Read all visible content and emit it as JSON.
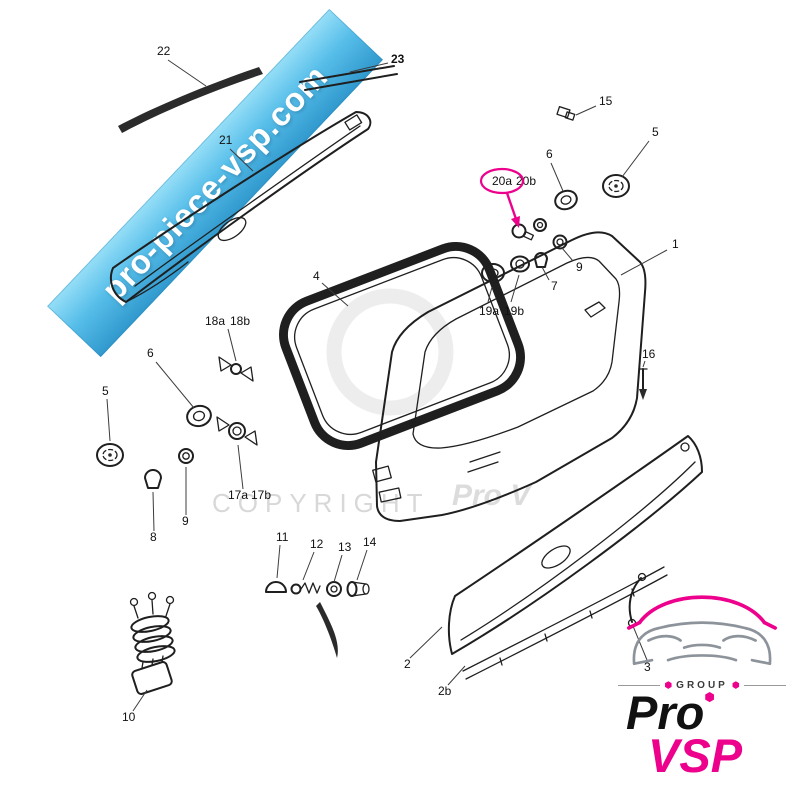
{
  "banner": {
    "text": "pro-piece-vsp.com"
  },
  "ghost_watermark": {
    "left": "COPYRIGHT",
    "right": "Pro V"
  },
  "colors": {
    "banner_blue": "#2da7dd",
    "accent_pink": "#ec008c",
    "line_black": "#1f1f1f"
  },
  "logo": {
    "group": "GROUP",
    "brand_pro": "Pro",
    "brand_vsp": "VSP"
  },
  "labels": {
    "l1": "1",
    "l2": "2",
    "l2b": "2b",
    "l3": "3",
    "l4": "4",
    "l5a": "5",
    "l5b": "5",
    "l6a": "6",
    "l6b": "6",
    "l7": "7",
    "l8": "8",
    "l9a": "9",
    "l9b": "9",
    "l10": "10",
    "l11": "11",
    "l12": "12",
    "l13": "13",
    "l14": "14",
    "l15": "15",
    "l16": "16",
    "l17a": "17a",
    "l17b": "17b",
    "l18a": "18a",
    "l18b": "18b",
    "l19a": "19a",
    "l19b": "19b",
    "l20a": "20a",
    "l20b": "20b",
    "l21": "21",
    "l22": "22",
    "l23": "23"
  }
}
